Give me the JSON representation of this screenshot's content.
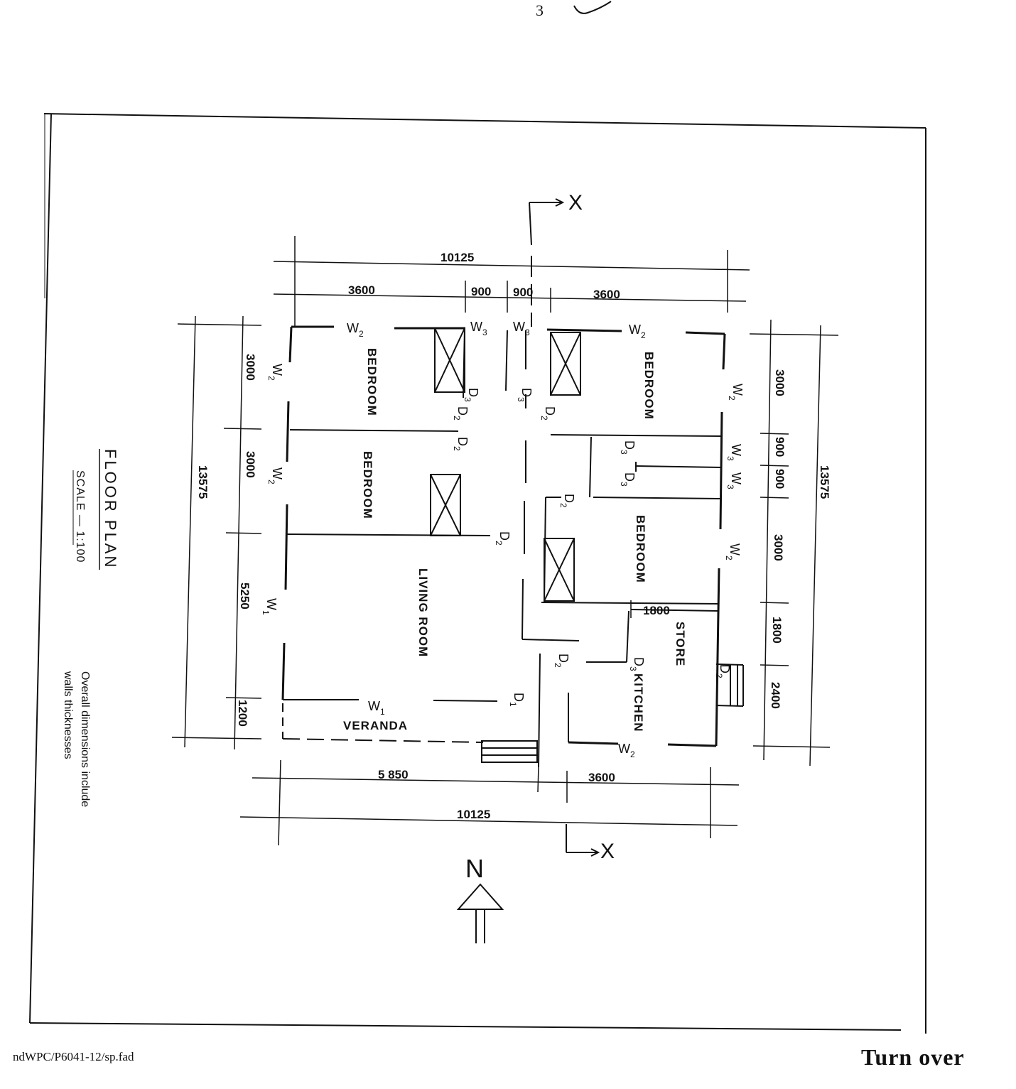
{
  "page": {
    "page_number": "3",
    "footer_ref": "ndWPC/P6041-12/sp.fad",
    "turn_over": "Turn over"
  },
  "drawing": {
    "title": "FLOOR PLAN",
    "scale": "SCALE — 1:100",
    "note_line1": "Overall dimensions include",
    "note_line2": "walls thicknesses",
    "north": "N",
    "section_mark": "X",
    "rooms": {
      "bedroom_nw": "BEDROOM",
      "bedroom_ne": "BEDROOM",
      "bedroom_w": "BEDROOM",
      "bedroom_e": "BEDROOM",
      "living": "LIVING ROOM",
      "store": "STORE",
      "kitchen": "KITCHEN",
      "veranda": "VERANDA"
    },
    "dimensions": {
      "top_overall": "10125",
      "top_left": "3600",
      "top_mid_left": "900",
      "top_mid_right": "900",
      "top_right": "3600",
      "bottom_left": "5 850",
      "bottom_right": "3600",
      "bottom_overall": "10125",
      "left_overall": "13575",
      "left_1": "3000",
      "left_2": "3000",
      "left_3": "5250",
      "left_4": "1200",
      "right_overall": "13575",
      "right_1": "3000",
      "right_2": "900",
      "right_3": "900",
      "right_4": "3000",
      "right_5": "1800",
      "right_6": "2400",
      "store_width": "1800"
    },
    "marks": {
      "window": "W",
      "door": "D",
      "n1": "1",
      "n2": "2",
      "n3": "3"
    }
  }
}
